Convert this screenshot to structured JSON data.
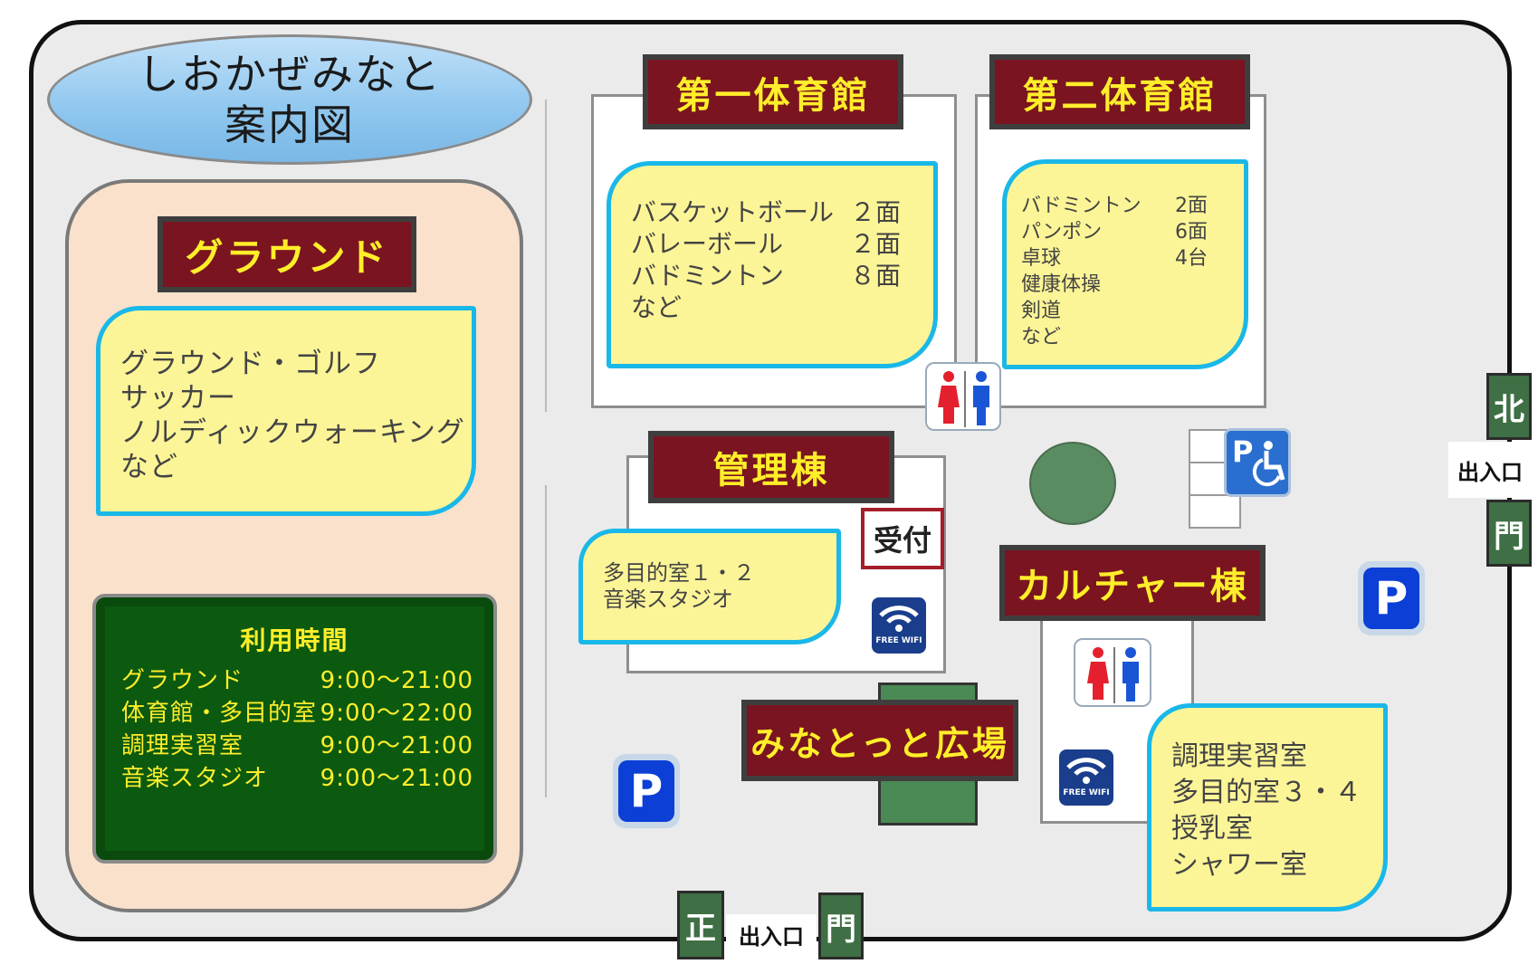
{
  "title": {
    "line1": "しおかぜみなと",
    "line2": "案内図"
  },
  "ground": {
    "label": "グラウンド",
    "activities": [
      "グラウンド・ゴルフ",
      "サッカー",
      "ノルディックウォーキング",
      "など"
    ]
  },
  "hours": {
    "title": "利用時間",
    "rows": [
      {
        "name": "グラウンド",
        "time": "9:00〜21:00"
      },
      {
        "name": "体育館・多目的室",
        "time": "9:00〜22:00"
      },
      {
        "name": "調理実習室",
        "time": "9:00〜21:00"
      },
      {
        "name": "音楽スタジオ",
        "time": "9:00〜21:00"
      }
    ]
  },
  "gym1": {
    "label": "第一体育館",
    "rows": [
      {
        "name": "バスケットボール",
        "count": "２面"
      },
      {
        "name": "バレーボール",
        "count": "２面"
      },
      {
        "name": "バドミントン",
        "count": "８面"
      },
      {
        "name": "など",
        "count": ""
      }
    ]
  },
  "gym2": {
    "label": "第二体育館",
    "rows": [
      {
        "name": "バドミントン",
        "count": "2面"
      },
      {
        "name": "パンポン",
        "count": "6面"
      },
      {
        "name": "卓球",
        "count": "4台"
      },
      {
        "name": "健康体操",
        "count": ""
      },
      {
        "name": "剣道",
        "count": ""
      },
      {
        "name": "など",
        "count": ""
      }
    ]
  },
  "admin": {
    "label": "管理棟",
    "reception": "受付",
    "rooms": [
      "多目的室１・２",
      "音楽スタジオ"
    ]
  },
  "culture": {
    "label": "カルチャー棟",
    "rooms": [
      "調理実習室",
      "多目的室３・４",
      "授乳室",
      "シャワー室"
    ]
  },
  "plaza": {
    "label": "みなとっと広場"
  },
  "wifi": {
    "label": "FREE WIFI"
  },
  "parking": {
    "symbol": "P"
  },
  "north_gate": {
    "char1": "北",
    "char2": "門",
    "entrance": "出入口"
  },
  "main_gate": {
    "char1": "正",
    "char2": "門",
    "entrance": "出入口"
  },
  "colors": {
    "label_bg": "#7a1420",
    "label_text": "#ffee2a",
    "note_bg": "#fcf597",
    "note_border": "#1ab8e8",
    "board_bg": "#0b5a10",
    "ground_bg": "#f9e1cc",
    "parking_blue": "#0b3fd6",
    "gate_green": "#3f6f44"
  }
}
